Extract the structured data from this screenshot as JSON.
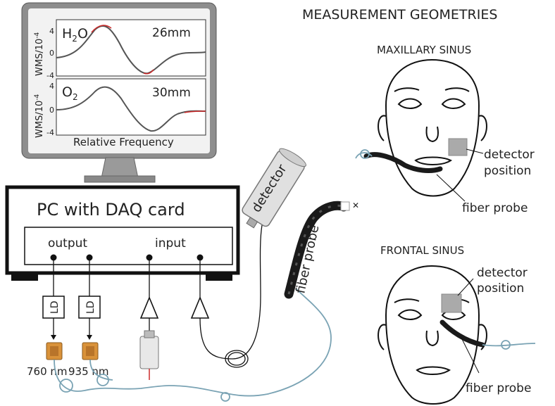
{
  "monitor": {
    "top_plot": {
      "molecule_main": "H",
      "molecule_sub": "2",
      "molecule_tail": "O",
      "distance": "26mm"
    },
    "bottom_plot": {
      "molecule_main": "O",
      "molecule_sub": "2",
      "distance": "30mm"
    },
    "ylabel_top": "WMS/10",
    "ylabel_exp": "-4",
    "ylabel_bottom": "WMS/10",
    "ytick_4": "4",
    "ytick_0": "0",
    "ytick_neg4": "-4",
    "xlabel": "Relative Frequency"
  },
  "pc": {
    "title": "PC with DAQ card",
    "output_label": "output",
    "input_label": "input"
  },
  "sources": {
    "ld1": "LD",
    "ld2": "LD",
    "wavelength1": "760 nm",
    "wavelength2": "935 nm"
  },
  "detector_label": "detector",
  "fiber_probe_label": "fiber probe",
  "geometries": {
    "title": "MEASUREMENT GEOMETRIES",
    "maxillary": {
      "title": "MAXILLARY SINUS",
      "detector_line1": "detector",
      "detector_line2": "position",
      "probe_label": "fiber probe"
    },
    "frontal": {
      "title": "FRONTAL SINUS",
      "detector_line1": "detector",
      "detector_line2": "position",
      "probe_label": "fiber probe"
    }
  },
  "colors": {
    "fiber": "#7aa3b4",
    "laser": "#d9923a",
    "signal": "#cc2b2b",
    "screen": "#f2f2f2"
  }
}
